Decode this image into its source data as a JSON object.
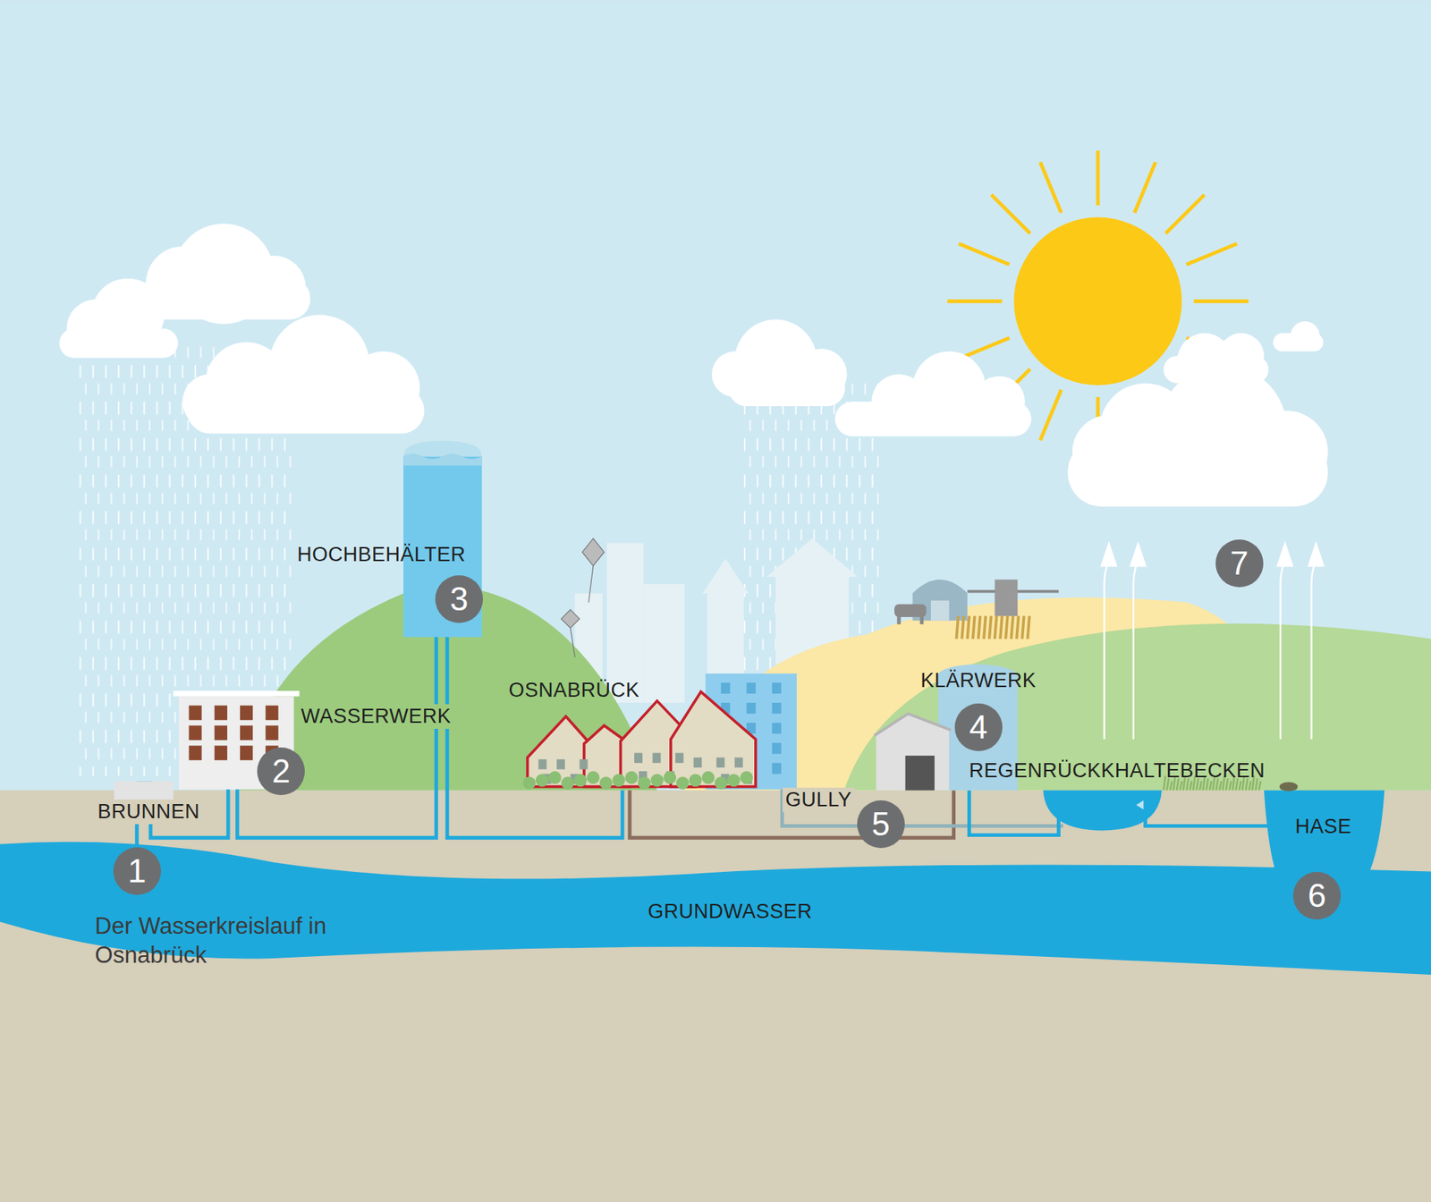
{
  "diagram": {
    "caption": "Der Wasserkreislauf in Osnabrück",
    "nodes": [
      {
        "text": [
          "1"
        ]
      },
      {
        "text": [
          "2"
        ]
      },
      {
        "text": [
          "3"
        ]
      },
      {
        "text": [
          "4"
        ]
      },
      {
        "text": [
          "5"
        ]
      },
      {
        "text": [
          "6"
        ]
      },
      {
        "text": [
          "7"
        ]
      }
    ],
    "labels": [
      "BRUNNEN",
      "WASSERWERK",
      "HOCHBEHÄLTER",
      "OSNABRÜCK",
      "KLÄRWERK",
      "GULLY",
      "REGENRÜCKKHALTEBECKEN",
      "HASE",
      "GRUNDWASSER"
    ]
  }
}
